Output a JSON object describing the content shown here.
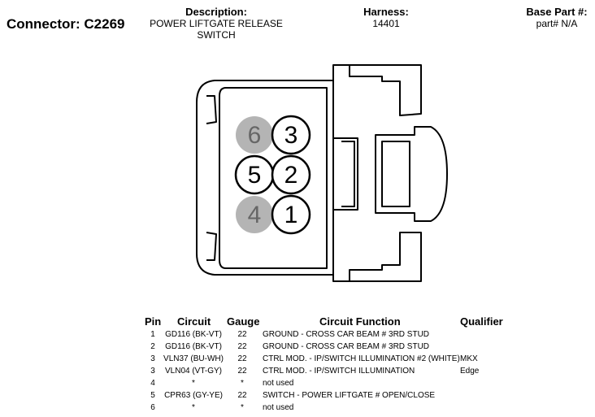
{
  "header": {
    "connector_label": "Connector: C2269",
    "description_title": "Description:",
    "description_line1": "POWER LIFTGATE RELEASE",
    "description_line2": "SWITCH",
    "harness_title": "Harness:",
    "harness_value": "14401",
    "base_part_title": "Base Part #:",
    "base_part_value": "part# N/A"
  },
  "connector": {
    "pins": [
      {
        "number": "6",
        "state": "unused"
      },
      {
        "number": "3",
        "state": "used"
      },
      {
        "number": "5",
        "state": "used"
      },
      {
        "number": "2",
        "state": "used"
      },
      {
        "number": "4",
        "state": "unused"
      },
      {
        "number": "1",
        "state": "used"
      }
    ],
    "colors": {
      "used_fill": "#ffffff",
      "unused_fill": "#b4b4b4",
      "unused_text": "#666666",
      "stroke": "#000000"
    }
  },
  "table": {
    "headers": {
      "pin": "Pin",
      "circuit": "Circuit",
      "gauge": "Gauge",
      "function": "Circuit Function",
      "qualifier": "Qualifier"
    },
    "rows": [
      {
        "pin": "1",
        "circuit": "GD116 (BK-VT)",
        "gauge": "22",
        "function": "GROUND - CROSS CAR BEAM # 3RD STUD",
        "qualifier": ""
      },
      {
        "pin": "2",
        "circuit": "GD116 (BK-VT)",
        "gauge": "22",
        "function": "GROUND - CROSS CAR BEAM # 3RD STUD",
        "qualifier": ""
      },
      {
        "pin": "3",
        "circuit": "VLN37 (BU-WH)",
        "gauge": "22",
        "function": "CTRL MOD. - IP/SWITCH ILLUMINATION #2 (WHITE)",
        "qualifier": "MKX"
      },
      {
        "pin": "3",
        "circuit": "VLN04 (VT-GY)",
        "gauge": "22",
        "function": "CTRL MOD. - IP/SWITCH ILLUMINATION",
        "qualifier": "Edge"
      },
      {
        "pin": "4",
        "circuit": "*",
        "gauge": "*",
        "function": "not used",
        "qualifier": ""
      },
      {
        "pin": "5",
        "circuit": "CPR63 (GY-YE)",
        "gauge": "22",
        "function": "SWITCH - POWER LIFTGATE # OPEN/CLOSE",
        "qualifier": ""
      },
      {
        "pin": "6",
        "circuit": "*",
        "gauge": "*",
        "function": "not used",
        "qualifier": ""
      }
    ]
  }
}
